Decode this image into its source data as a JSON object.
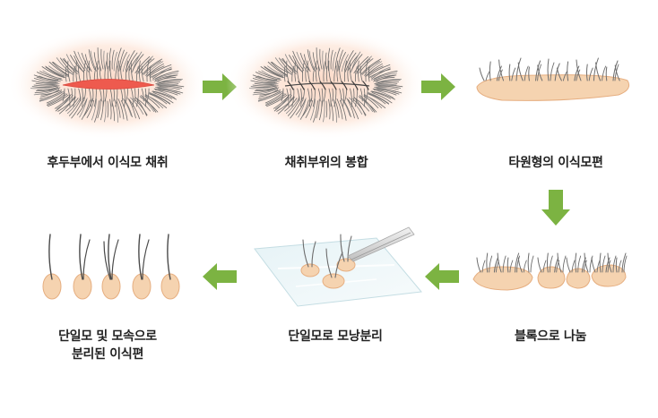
{
  "steps": [
    {
      "id": "harvest",
      "label": "후두부에서 이식모 채취"
    },
    {
      "id": "suture",
      "label": "채취부위의 봉합"
    },
    {
      "id": "ellipse",
      "label": "타원형의 이식모편"
    },
    {
      "id": "blocks",
      "label": "블록으로 나눔"
    },
    {
      "id": "dissect",
      "label": "단일모로 모낭분리"
    },
    {
      "id": "grafts",
      "label_line1": "단일모 및 모속으로",
      "label_line2": "분리된 이식편"
    }
  ],
  "colors": {
    "arrow": "#7cb342",
    "skin": "#f5d3b0",
    "skin_edge": "#e6ae80",
    "hair": "#6d6d6d",
    "wound": "#ee5a4e",
    "glow": "#fde3d3"
  }
}
